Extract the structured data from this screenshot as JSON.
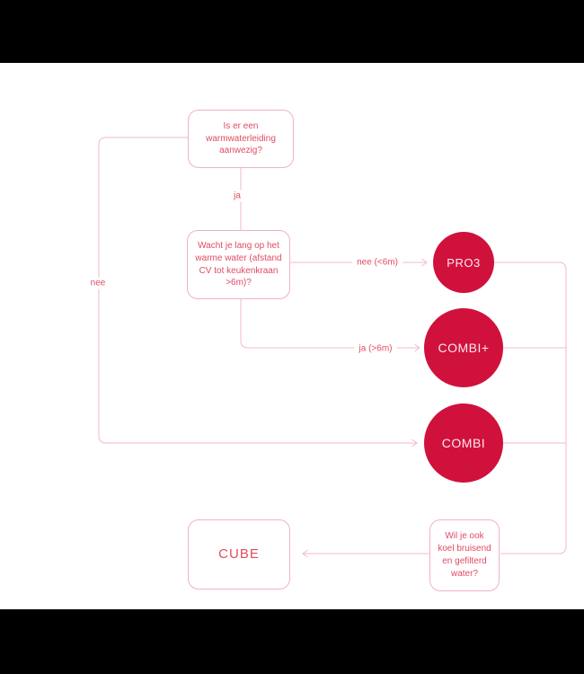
{
  "colors": {
    "accent": "#d0113c",
    "text": "#e14b62",
    "line": "#f2bac7",
    "border": "#f0b2c1",
    "circle_text": "#fbe9ed",
    "bar": "#000000",
    "bg": "#ffffff"
  },
  "nodes": {
    "q1": {
      "text": "Is er een warmwaterleiding aanwezig?"
    },
    "q2": {
      "text": "Wacht je lang op het warme water (afstand CV tot keukenkraan >6m)?"
    },
    "q3": {
      "text": "Wil je ook koel bruisend en gefilterd water?"
    },
    "pro3": {
      "label": "PRO3"
    },
    "combi_plus": {
      "label": "COMBI+"
    },
    "combi": {
      "label": "COMBI"
    },
    "cube": {
      "label": "CUBE"
    }
  },
  "edge_labels": {
    "ja": "ja",
    "nee": "nee",
    "nee_6m": "nee (<6m)",
    "ja_6m": "ja (>6m)"
  }
}
